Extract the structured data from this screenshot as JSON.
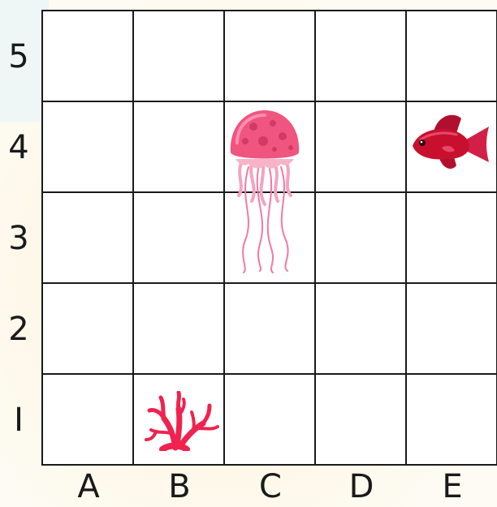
{
  "board": {
    "columns": [
      "A",
      "B",
      "C",
      "D",
      "E"
    ],
    "rows": [
      "5",
      "4",
      "3",
      "2",
      "I"
    ],
    "pieces": [
      {
        "name": "jellyfish",
        "cell": "C4"
      },
      {
        "name": "fish",
        "cell": "E4"
      },
      {
        "name": "coral",
        "cell": "B1"
      }
    ]
  },
  "colors": {
    "grid_line": "#1a1a1a",
    "jellyfish": "#f0557f",
    "fish": "#c8102e",
    "coral": "#f0224f"
  }
}
